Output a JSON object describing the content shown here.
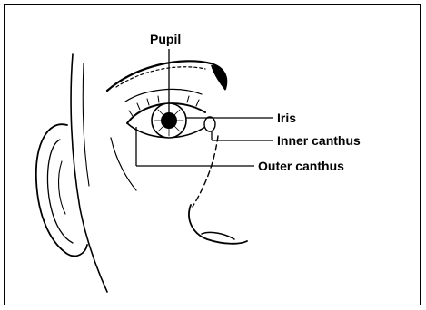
{
  "labels": {
    "pupil": "Pupil",
    "iris": "Iris",
    "inner_canthus": "Inner canthus",
    "outer_canthus": "Outer canthus"
  },
  "colors": {
    "ink": "#000000",
    "background": "#ffffff"
  }
}
